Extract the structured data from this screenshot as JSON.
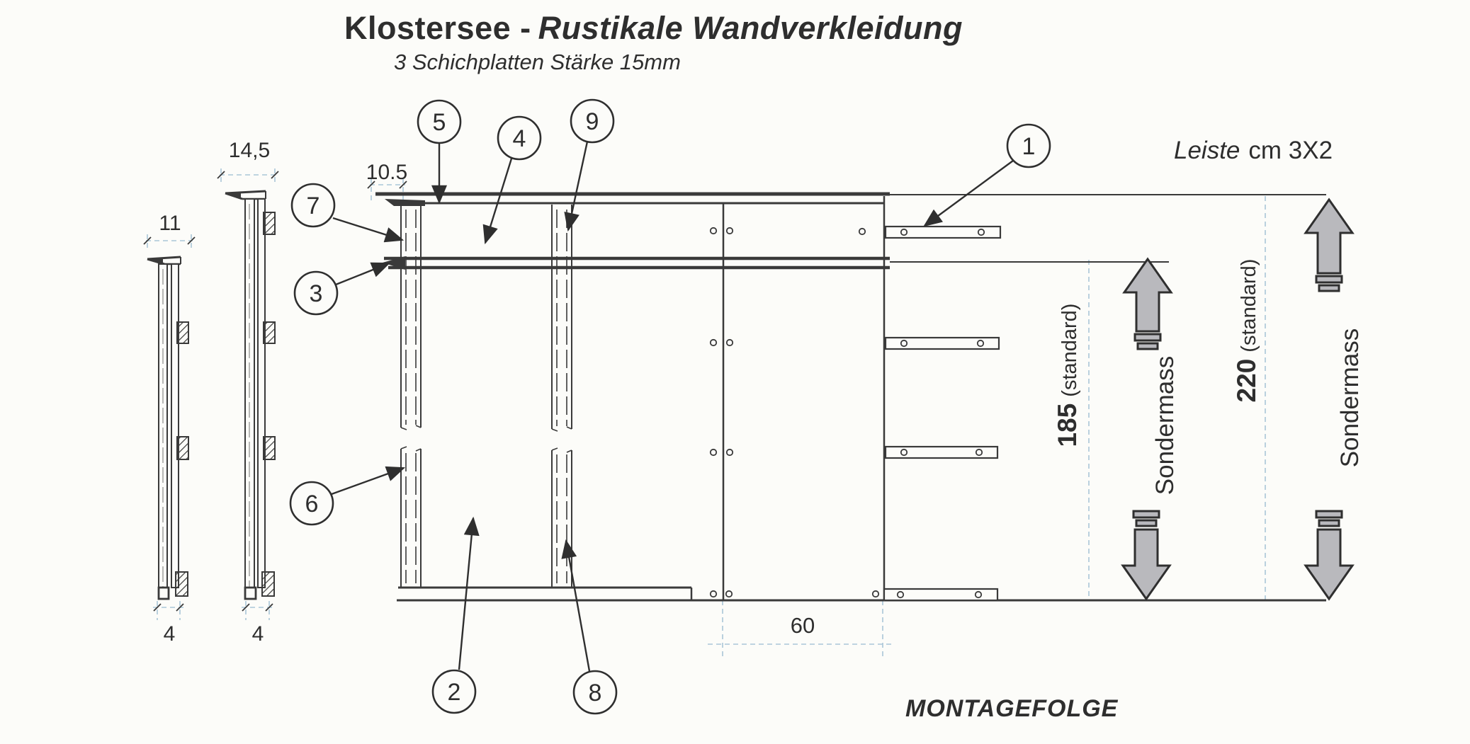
{
  "title": {
    "name": "Klostersee -",
    "variant": "Rustikale Wandverkleidung",
    "subtitle": "3 Schichplatten Stärke 15mm"
  },
  "callouts": {
    "c1": "1",
    "c2": "2",
    "c3": "3",
    "c4": "4",
    "c5": "5",
    "c6": "6",
    "c7": "7",
    "c8": "8",
    "c9": "9"
  },
  "dimensions": {
    "profile_b_width": "14,5",
    "profile_a_width": "11",
    "cap_overhang": "10.5",
    "profile_a_thickness": "4",
    "profile_b_thickness": "4",
    "panel_spacing": "60"
  },
  "labels": {
    "leiste_italic": "Leiste",
    "leiste_rest": "cm 3X2",
    "h185": "185",
    "h185_suffix": "(standard)",
    "sondermass_left": "Sondermass",
    "h220": "220",
    "h220_suffix": "(standard)",
    "sondermass_right": "Sondermass",
    "footer": "MONTAGEFOLGE"
  },
  "colors": {
    "ink": "#3a3a3a",
    "arrow_fill": "#b9b9bd",
    "arrow_stroke": "#2f2f2f",
    "construction": "#a9c6d8",
    "background": "#fcfcf9"
  }
}
